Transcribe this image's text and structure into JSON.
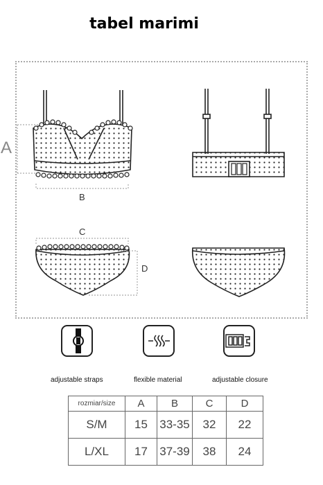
{
  "page": {
    "title": "tabel marimi"
  },
  "dimensions": {
    "a": "A",
    "b": "B",
    "c": "C",
    "d": "D"
  },
  "features": [
    {
      "icon": "adjustable-strap-icon",
      "label": "adjustable straps"
    },
    {
      "icon": "flexible-material-icon",
      "label": "flexible material"
    },
    {
      "icon": "hook-closure-icon",
      "label": "adjustable closure"
    }
  ],
  "size_table": {
    "header": [
      "rozmiar/size",
      "A",
      "B",
      "C",
      "D"
    ],
    "rows": [
      [
        "S/M",
        "15",
        "33-35",
        "32",
        "22"
      ],
      [
        "L/XL",
        "17",
        "37-39",
        "38",
        "24"
      ]
    ]
  }
}
